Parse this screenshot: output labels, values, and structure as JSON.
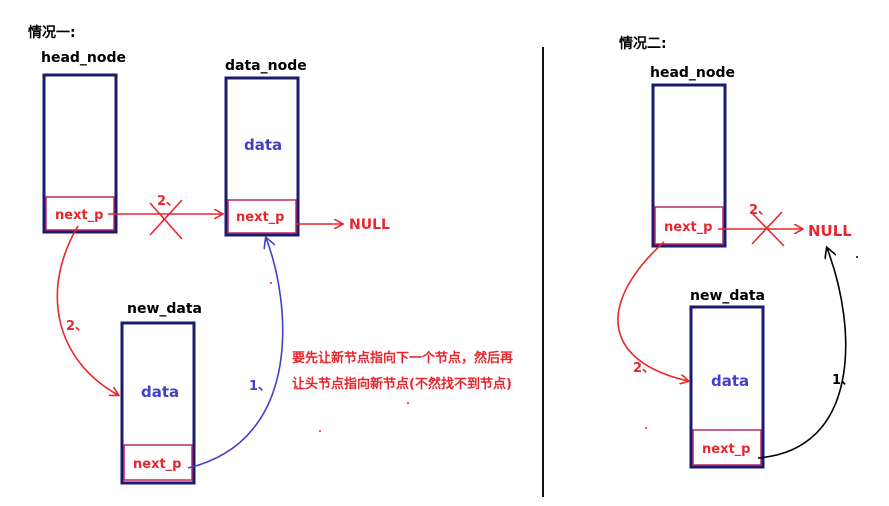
{
  "case1": {
    "title": "情况一:",
    "head_node": {
      "label": "head_node",
      "pointer": "next_p"
    },
    "data_node": {
      "label": "data_node",
      "content": "data",
      "pointer": "next_p"
    },
    "new_data": {
      "label": "new_data",
      "content": "data",
      "pointer": "next_p"
    },
    "null_label": "NULL",
    "step_cross": "2、",
    "step_down": "2、",
    "step_up": "1、",
    "note_line1": "要先让新节点指向下一个节点，然后再",
    "note_line2": "让头节点指向新节点(不然找不到节点)"
  },
  "case2": {
    "title": "情况二:",
    "head_node": {
      "label": "head_node",
      "pointer": "next_p"
    },
    "new_data": {
      "label": "new_data",
      "content": "data",
      "pointer": "next_p"
    },
    "null_label": "NULL",
    "step_cross": "2、",
    "step_down": "2、",
    "step_up": "1、"
  },
  "colors": {
    "node_border": "#1a1a6e",
    "pointer_border": "#b8286a",
    "red": "#e8262e",
    "blue": "#4040c8",
    "black": "#000000",
    "divider": "#111111"
  }
}
